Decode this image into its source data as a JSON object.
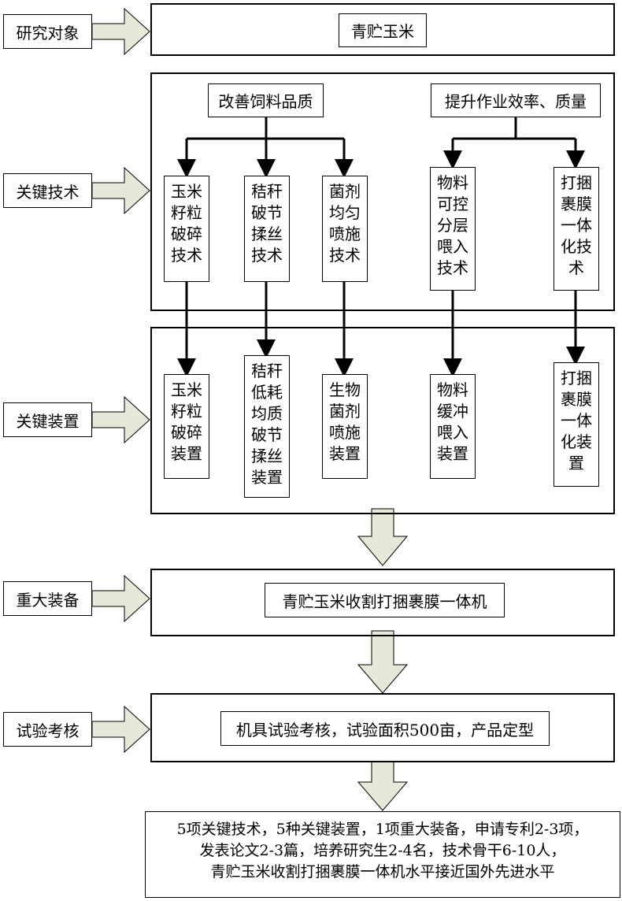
{
  "stages": {
    "research_object": "研究对象",
    "key_technology": "关键技术",
    "key_device": "关键装置",
    "major_equipment": "重大装备",
    "trial_assessment": "试验考核"
  },
  "research_object": {
    "title": "青贮玉米"
  },
  "key_technology": {
    "goal_quality": "改善饲料品质",
    "goal_efficiency": "提升作业效率、质量",
    "items": [
      [
        "玉米",
        "籽粒",
        "破碎",
        "技术"
      ],
      [
        "秸秆",
        "破节",
        "揉丝",
        "技术"
      ],
      [
        "菌剂",
        "均匀",
        "喷施",
        "技术"
      ],
      [
        "物料",
        "可控",
        "分层",
        "喂入",
        "技术"
      ],
      [
        "打捆",
        "裹膜",
        "一体",
        "化技",
        "术"
      ]
    ]
  },
  "key_device": {
    "items": [
      [
        "玉米",
        "籽粒",
        "破碎",
        "装置"
      ],
      [
        "秸秆",
        "低耗",
        "均质",
        "破节",
        "揉丝",
        "装置"
      ],
      [
        "生物",
        "菌剂",
        "喷施",
        "装置"
      ],
      [
        "物料",
        "缓冲",
        "喂入",
        "装置"
      ],
      [
        "打捆",
        "裹膜",
        "一体",
        "化装",
        "置"
      ]
    ]
  },
  "major_equipment": {
    "title": "青贮玉米收割打捆裹膜一体机"
  },
  "trial_assessment": {
    "title": "机具试验考核，试验面积500亩，产品定型"
  },
  "outcome": {
    "lines": [
      "5项关键技术，5种关键装置，1项重大装备，申请专利2-3项，",
      "发表论文2-3篇，培养研究生2-4名，技术骨干6-10人，",
      "青贮玉米收割打捆裹膜一体机水平接近国外先进水平"
    ]
  },
  "colors": {
    "arrow_fill": "#e4e9d8",
    "line": "#000000"
  }
}
